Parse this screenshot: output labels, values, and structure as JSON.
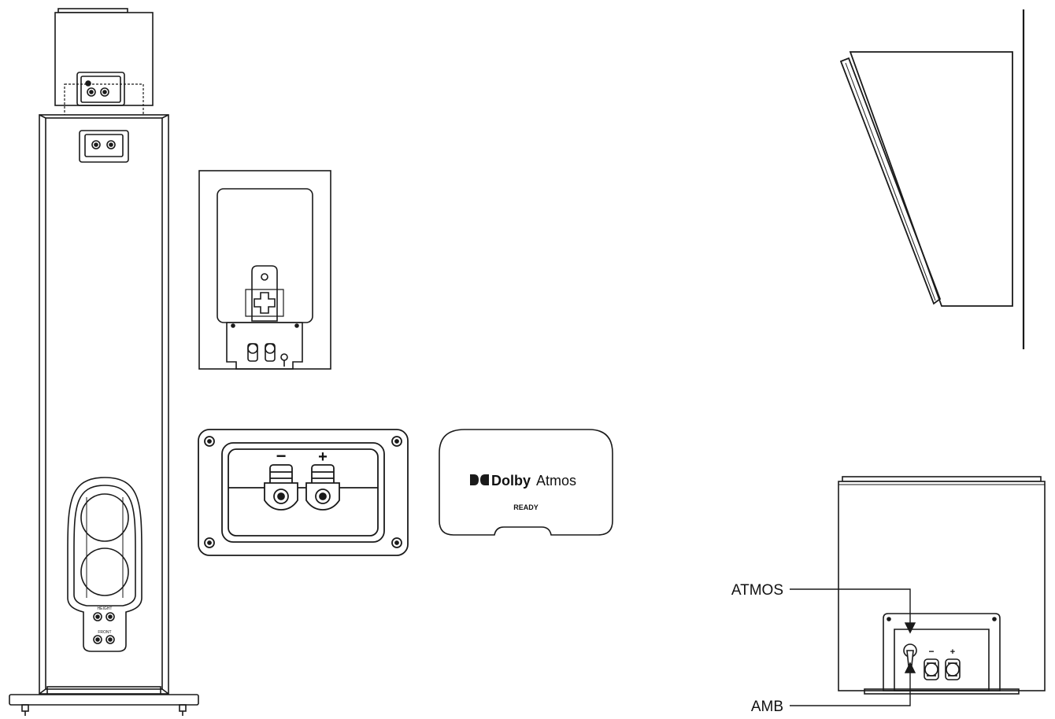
{
  "terminal_panel": {
    "minus_label": "−",
    "plus_label": "+"
  },
  "dolby_badge": {
    "brand_bold": "Dolby",
    "brand_light": "Atmos",
    "status": "READY"
  },
  "tower_terminal_labels": {
    "height": "HEIGHT",
    "front": "FRONT"
  },
  "switch_callouts": {
    "atmos": "ATMOS",
    "amb": "AMB"
  },
  "rear_module_terminals": {
    "minus_label": "−",
    "plus_label": "+"
  },
  "colors": {
    "line": "#1a1a1a",
    "background": "#ffffff"
  }
}
